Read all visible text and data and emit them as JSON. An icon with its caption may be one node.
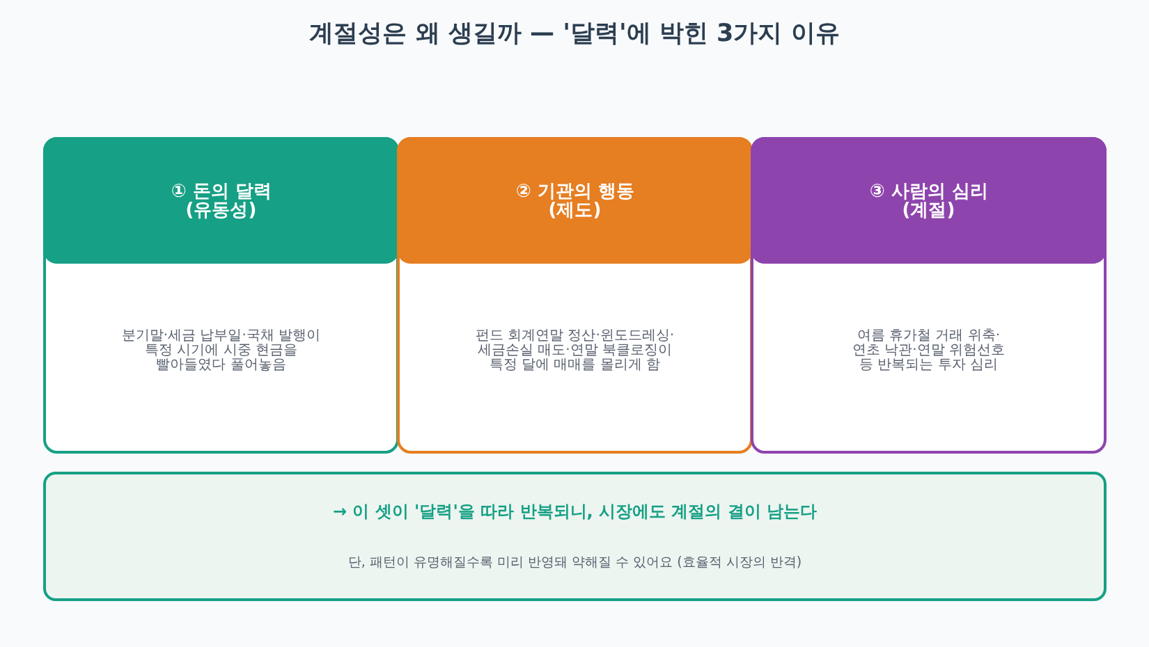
{
  "diagram": {
    "title": "계절성은 왜 생길까 — '달력'에 박힌 3가지 이유",
    "nodes": [
      {
        "text": [
          "① 돈의 달력 (유동성)",
          "분기말·세금 납부일·국채 발행이 특정 시기에 시중 현금을 빨아들였다 풀어놓음"
        ]
      },
      {
        "text": [
          "② 기관의 행동 (제도)",
          "펀드 회계연말 정산·윈도드레싱· 세금손실 매도·연말 북클로징이 특정 달에 매매를 몰리게 함"
        ]
      },
      {
        "text": [
          "③ 사람의 심리 (계절)",
          "여름 휴가철 거래 위축· 연초 낙관·연말 위험선호 등 반복되는 투자 심리"
        ]
      },
      {
        "text": [
          "→ 이 셋이 '달력'을 따라 반복되니, 시장에도 계절의 결이 남는다",
          "단, 패턴이 유명해질수록 미리 반영돼 약해질 수 있어요 (효율적 시장의 반격)"
        ]
      }
    ],
    "edges": []
  }
}
